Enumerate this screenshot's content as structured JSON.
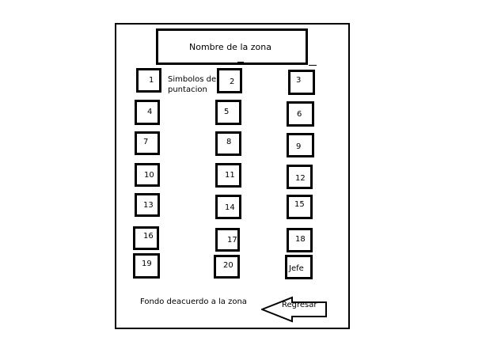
{
  "header": {
    "zone_name": "Nombre de la zona"
  },
  "labels": {
    "symbols": "Simbolos de puntacion",
    "background": "Fondo deacuerdo a la zona"
  },
  "seats": [
    "1",
    "2",
    "3",
    "4",
    "5",
    "6",
    "7",
    "8",
    "9",
    "10",
    "11",
    "12",
    "13",
    "14",
    "15",
    "16",
    "17",
    "18",
    "19",
    "20",
    "Jefe"
  ],
  "back_button": {
    "label": "Regresar",
    "icon": "arrow-left-icon"
  }
}
